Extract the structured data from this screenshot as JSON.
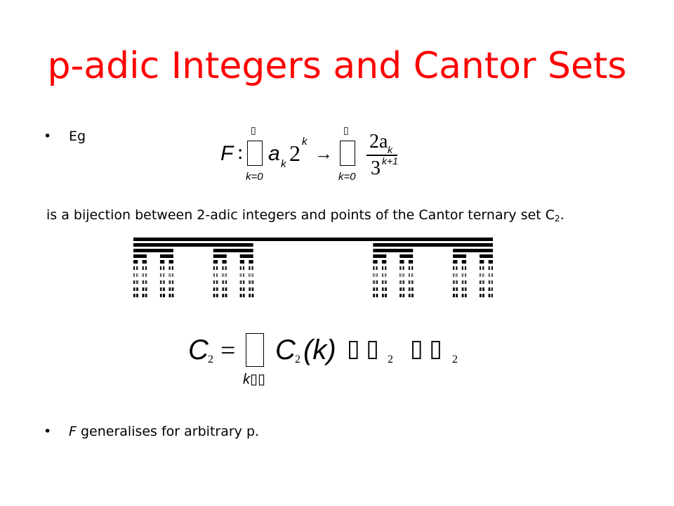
{
  "slide": {
    "title": "p-adic Integers and Cantor Sets",
    "bullet_eg": "Eg",
    "bijection_text": "is a bijection between 2-adic integers and points of the Cantor ternary set C",
    "bijection_sub": "2",
    "bijection_end": ".",
    "last_bullet_italic": "F",
    "last_bullet_rest": " generalises for arbitrary p.",
    "bullet_symbol": "•"
  },
  "formula1": {
    "F": "F",
    "colon": ":",
    "a": "a",
    "a_sub": "k",
    "two": "2",
    "exp_k": "k",
    "arrow": "→",
    "lower1": "k=0",
    "lower2": "k=0",
    "upper1": "▯",
    "upper2": "▯",
    "num": "2a",
    "num_sub": "k",
    "den": "3",
    "den_exp": "k+1"
  },
  "formula2": {
    "C": "C",
    "sub2a": "2",
    "eq": "=",
    "C2": "C",
    "sub2b": "2",
    "paren_k": "(k)",
    "box_glyphs": "▯ ▯",
    "sub2c": "2",
    "box_glyphs2": "▯ ▯",
    "sub2d": "2",
    "lower": "k▯▯"
  },
  "colors": {
    "title": "#ff0000",
    "text": "#000000"
  }
}
